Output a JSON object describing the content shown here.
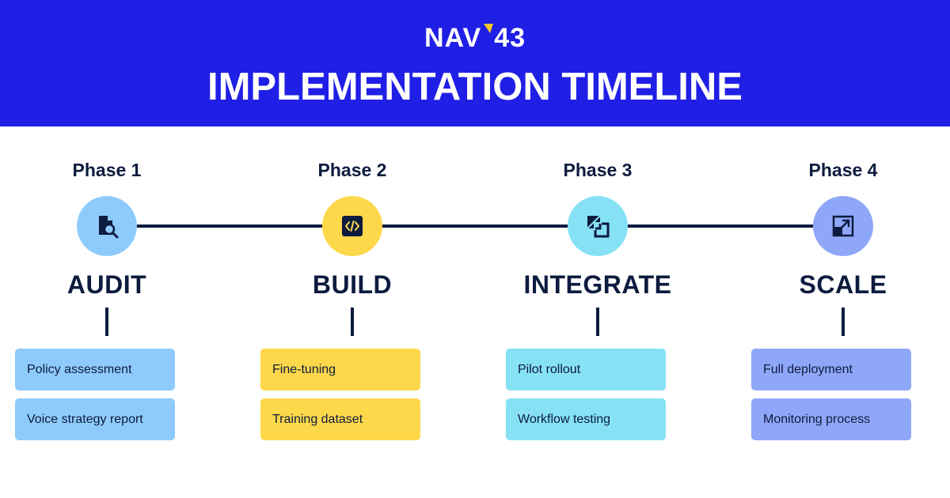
{
  "header": {
    "logo_left": "NAV",
    "logo_right": "43",
    "title": "IMPLEMENTATION TIMELINE"
  },
  "colors": {
    "header_bg": "#201fe6",
    "logo_accent": "#f7c72c",
    "text": "#0d1b3e",
    "audit": "#8ecbfc",
    "build": "#fdd84a",
    "integrate": "#86e1f5",
    "scale": "#8fa7f8"
  },
  "phases": [
    {
      "label": "Phase 1",
      "name": "AUDIT",
      "icon": "document-search-icon",
      "tasks": [
        "Policy assessment",
        "Voice strategy report"
      ]
    },
    {
      "label": "Phase 2",
      "name": "BUILD",
      "icon": "code-icon",
      "tasks": [
        "Fine-tuning",
        "Training dataset"
      ]
    },
    {
      "label": "Phase 3",
      "name": "INTEGRATE",
      "icon": "integrate-icon",
      "tasks": [
        "Pilot rollout",
        "Workflow testing"
      ]
    },
    {
      "label": "Phase 4",
      "name": "SCALE",
      "icon": "scale-arrow-icon",
      "tasks": [
        "Full deployment",
        "Monitoring process"
      ]
    }
  ]
}
